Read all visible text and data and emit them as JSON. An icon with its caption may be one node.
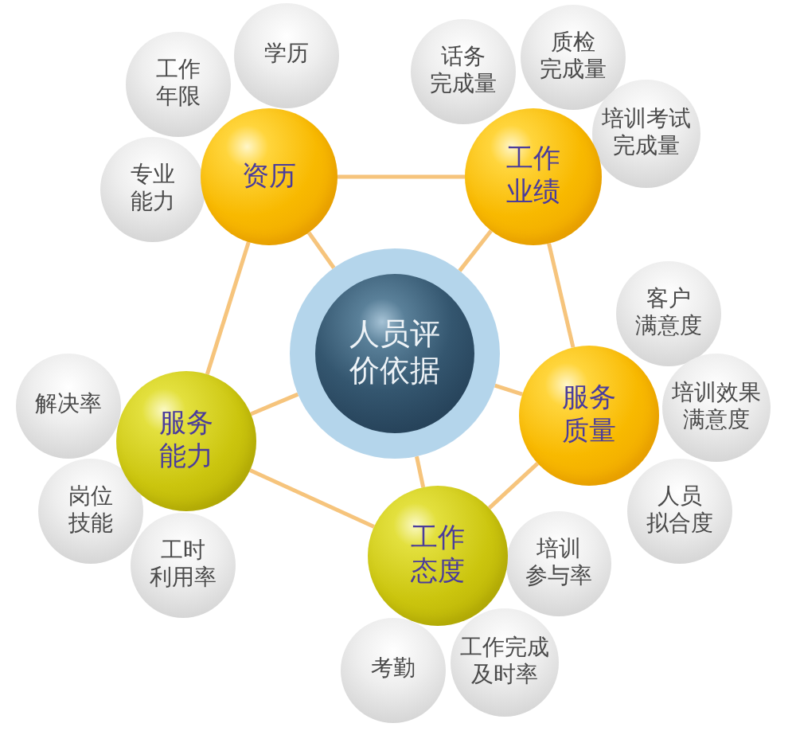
{
  "diagram": {
    "nodes": [
      {
        "text": [
          "人员评价依据"
        ]
      },
      {
        "text": [
          "资历"
        ]
      },
      {
        "text": [
          "工作业绩"
        ]
      },
      {
        "text": [
          "服务质量"
        ]
      },
      {
        "text": [
          "工作态度"
        ]
      },
      {
        "text": [
          "服务能力"
        ]
      },
      {
        "text": [
          "学历"
        ]
      },
      {
        "text": [
          "工作年限"
        ]
      },
      {
        "text": [
          "专业能力"
        ]
      },
      {
        "text": [
          "话务完成量"
        ]
      },
      {
        "text": [
          "质检完成量"
        ]
      },
      {
        "text": [
          "培训考试完成量"
        ]
      },
      {
        "text": [
          "客户满意度"
        ]
      },
      {
        "text": [
          "培训效果满意度"
        ]
      },
      {
        "text": [
          "人员拟合度"
        ]
      },
      {
        "text": [
          "培训参与率"
        ]
      },
      {
        "text": [
          "工作完成及时率"
        ]
      },
      {
        "text": [
          "考勤"
        ]
      },
      {
        "text": [
          "解决率"
        ]
      },
      {
        "text": [
          "岗位技能"
        ]
      },
      {
        "text": [
          "工时利用率"
        ]
      }
    ],
    "edges": [
      {
        "from": 0,
        "to": 1,
        "arrow": "none"
      },
      {
        "from": 0,
        "to": 2,
        "arrow": "none"
      },
      {
        "from": 0,
        "to": 3,
        "arrow": "none"
      },
      {
        "from": 0,
        "to": 4,
        "arrow": "none"
      },
      {
        "from": 0,
        "to": 5,
        "arrow": "none"
      },
      {
        "from": 1,
        "to": 2,
        "arrow": "none"
      },
      {
        "from": 2,
        "to": 3,
        "arrow": "none"
      },
      {
        "from": 3,
        "to": 4,
        "arrow": "none"
      },
      {
        "from": 4,
        "to": 5,
        "arrow": "none"
      },
      {
        "from": 5,
        "to": 1,
        "arrow": "none"
      }
    ]
  }
}
